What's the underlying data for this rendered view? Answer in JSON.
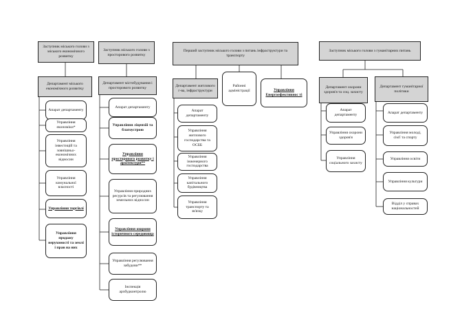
{
  "deputies": {
    "d1": "Заступник міського голови з міського економічного розвитку",
    "d2": "Заступник міського голови з просторового розвитку",
    "d3": "Перший заступник міського голови з питань інфраструктури та транспорту",
    "d4": "Заступник міського голови з гуманітарних питань"
  },
  "departments": {
    "econ": "Департамент міського економічного розвитку",
    "urban": "Департамент містобудування і просторового розвитку",
    "housing": "Департамент житлового г-ва, інфраструктури",
    "districts": "Районні адміністрації",
    "energy": "Управління Енергоефективнос ті",
    "health": "Департамент охорони здоров'я та соц. захисту",
    "humanitarian": "Департамент гуманітарної політики"
  },
  "units": {
    "econ": [
      "Апарат департаменту",
      "Управління економіки*",
      "Управління інвестицій та зовнішньо-економічних відносин",
      "Управління комунальної власності",
      "Управління торгівлі",
      "Управління продажу нерухомості та землі і прав на них"
    ],
    "urban": [
      "Апарат департаменту",
      "Управління ліцензій та благоустрою",
      "Управління просторового розвитку і архітектури**",
      "Управління природних ресурсів та регулювання земельних відносин",
      "Управління охорони історичного середовища",
      "Управління регулювання забудови**",
      "Інспекція архбудконтролю"
    ],
    "housing": [
      "Апарат департаменту",
      "Управління житлового господарства та ОСББ",
      "Управління інженерного господарства",
      "Управління капітального будівництва",
      "Управління транспорту та зв'язку"
    ],
    "health": [
      "Апарат департаменту",
      "Управління охорони здоров'я",
      "Управління соціального захисту"
    ],
    "humanitarian": [
      "Апарат департаменту",
      "Управління молоді, сім'ї та спорту",
      "Управління освіти",
      "Управління культури",
      "Відділ у справах національностей"
    ]
  },
  "colors": {
    "header_fill": "#d4d4d4",
    "line": "#222222",
    "box_fill": "#ffffff"
  }
}
